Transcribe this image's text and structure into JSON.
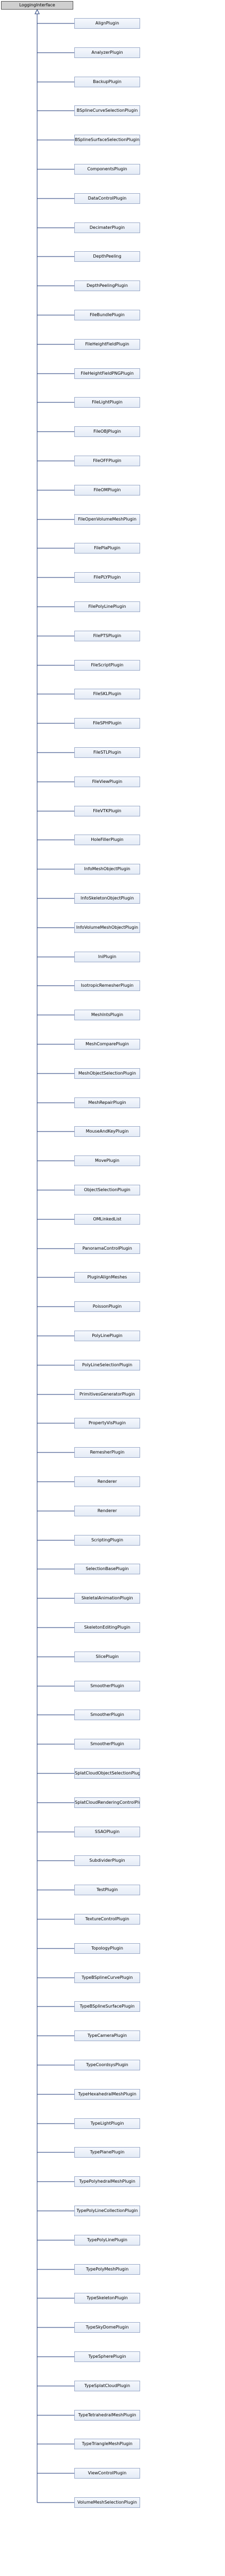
{
  "diagram": {
    "root": "LoggingInterface",
    "children": [
      "AlignPlugin",
      "AnalyzerPlugin",
      "BackupPlugin",
      "BSplineCurveSelectionPlugin",
      "BSplineSurfaceSelectionPlugin",
      "ComponentsPlugin",
      "DataControlPlugin",
      "DecimaterPlugin",
      "DepthPeeling",
      "DepthPeelingPlugin",
      "FileBundlePlugin",
      "FileHeightFieldPlugin",
      "FileHeightFieldPNGPlugin",
      "FileLightPlugin",
      "FileOBJPlugin",
      "FileOFFPlugin",
      "FileOMPlugin",
      "FileOpenVolumeMeshPlugin",
      "FilePlaPlugin",
      "FilePLYPlugin",
      "FilePolyLinePlugin",
      "FilePTSPlugin",
      "FileScriptPlugin",
      "FileSKLPlugin",
      "FileSPHPlugin",
      "FileSTLPlugin",
      "FileViewPlugin",
      "FileVTKPlugin",
      "HoleFillerPlugin",
      "InfoMeshObjectPlugin",
      "InfoSkeletonObjectPlugin",
      "InfoVolumeMeshObjectPlugin",
      "IniPlugin",
      "IsotropicRemesherPlugin",
      "MeshIntsPlugin",
      "MeshComparePlugin",
      "MeshObjectSelectionPlugin",
      "MeshRepairPlugin",
      "MouseAndKeyPlugin",
      "MovePlugin",
      "ObjectSelectionPlugin",
      "OMLinkedList",
      "PanoramaControlPlugin",
      "PluginAlignMeshes",
      "PoissonPlugin",
      "PolyLinePlugin",
      "PolyLineSelectionPlugin",
      "PrimitivesGeneratorPlugin",
      "PropertyVisPlugin",
      "RemesherPlugin",
      "Renderer",
      "Renderer",
      "ScriptingPlugin",
      "SelectionBasePlugin",
      "SkeletalAnimationPlugin",
      "SkeletonEditingPlugin",
      "SlicePlugin",
      "SmootherPlugin",
      "SmootherPlugin",
      "SmootherPlugin",
      "SplatCloudObjectSelectionPlugin",
      "SplatCloudRenderingControlPlugin",
      "SSAOPlugin",
      "SubdividerPlugin",
      "TestPlugin",
      "TextureControlPlugin",
      "TopologyPlugin",
      "TypeBSplineCurvePlugin",
      "TypeBSplineSurfacePlugin",
      "TypeCameraPlugin",
      "TypeCoordsysPlugin",
      "TypeHexahedralMeshPlugin",
      "TypeLightPlugin",
      "TypePlanePlugin",
      "TypePolyhedralMeshPlugin",
      "TypePolyLineCollectionPlugin",
      "TypePolyLinePlugin",
      "TypePolyMeshPlugin",
      "TypeSkeletonPlugin",
      "TypeSkyDomePlugin",
      "TypeSpherePlugin",
      "TypeSplatCloudPlugin",
      "TypeTetrahedralMeshPlugin",
      "TypeTriangleMeshPlugin",
      "ViewControlPlugin",
      "VolumeMeshSelectionPlugin"
    ]
  },
  "colors": {
    "edge": "#1f3a78",
    "node_border": "#9aa9c8",
    "root_fill": "#cfcfcf"
  }
}
